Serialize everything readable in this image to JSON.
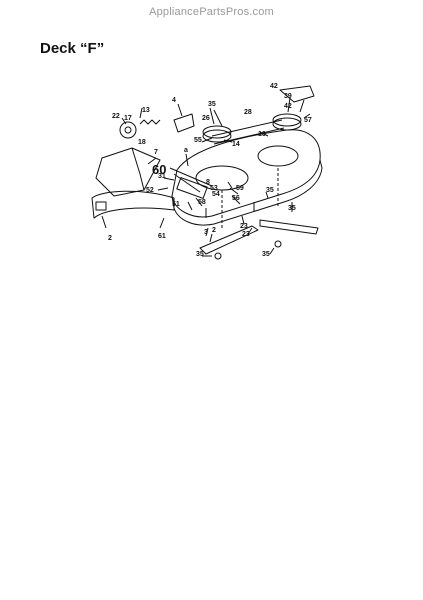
{
  "watermark": "AppliancePartsPros.com",
  "title": "Deck “F”",
  "callouts": [
    "22",
    "17",
    "13",
    "18",
    "4",
    "35",
    "26",
    "28",
    "42",
    "39",
    "42",
    "57",
    "55",
    "14",
    "10",
    "7",
    "a",
    "31",
    "52",
    "60",
    "53",
    "54",
    "59",
    "51",
    "58",
    "56",
    "8",
    "2",
    "61",
    "3",
    "2",
    "23",
    "35",
    "35"
  ]
}
